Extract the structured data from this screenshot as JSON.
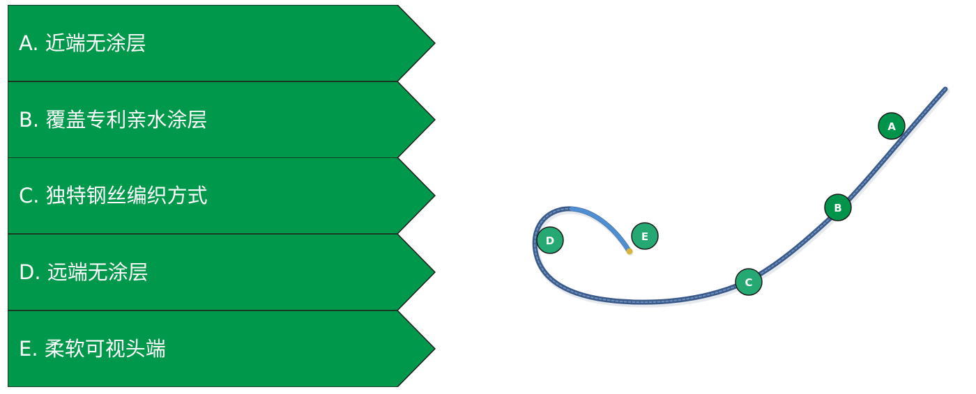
{
  "colors": {
    "label_fill": "#00984a",
    "label_border": "#1a1a1a",
    "marker_dark": "#00944a",
    "marker_light": "#26a872",
    "wire_body": "#3a5a8a",
    "wire_highlight": "#6f8fbd",
    "wire_tip": "#4f8fd1",
    "tip_end": "#d6b53a"
  },
  "labels": [
    {
      "id": "A",
      "text": "A. 近端无涂层"
    },
    {
      "id": "B",
      "text": "B. 覆盖专利亲水涂层"
    },
    {
      "id": "C",
      "text": "C. 独特钢丝编织方式"
    },
    {
      "id": "D",
      "text": "D. 远端无涂层"
    },
    {
      "id": "E",
      "text": "E. 柔软可视头端"
    }
  ],
  "markers": [
    {
      "letter": "A",
      "style": "dark"
    },
    {
      "letter": "B",
      "style": "dark"
    },
    {
      "letter": "C",
      "style": "light"
    },
    {
      "letter": "D",
      "style": "light"
    },
    {
      "letter": "E",
      "style": "light"
    }
  ]
}
